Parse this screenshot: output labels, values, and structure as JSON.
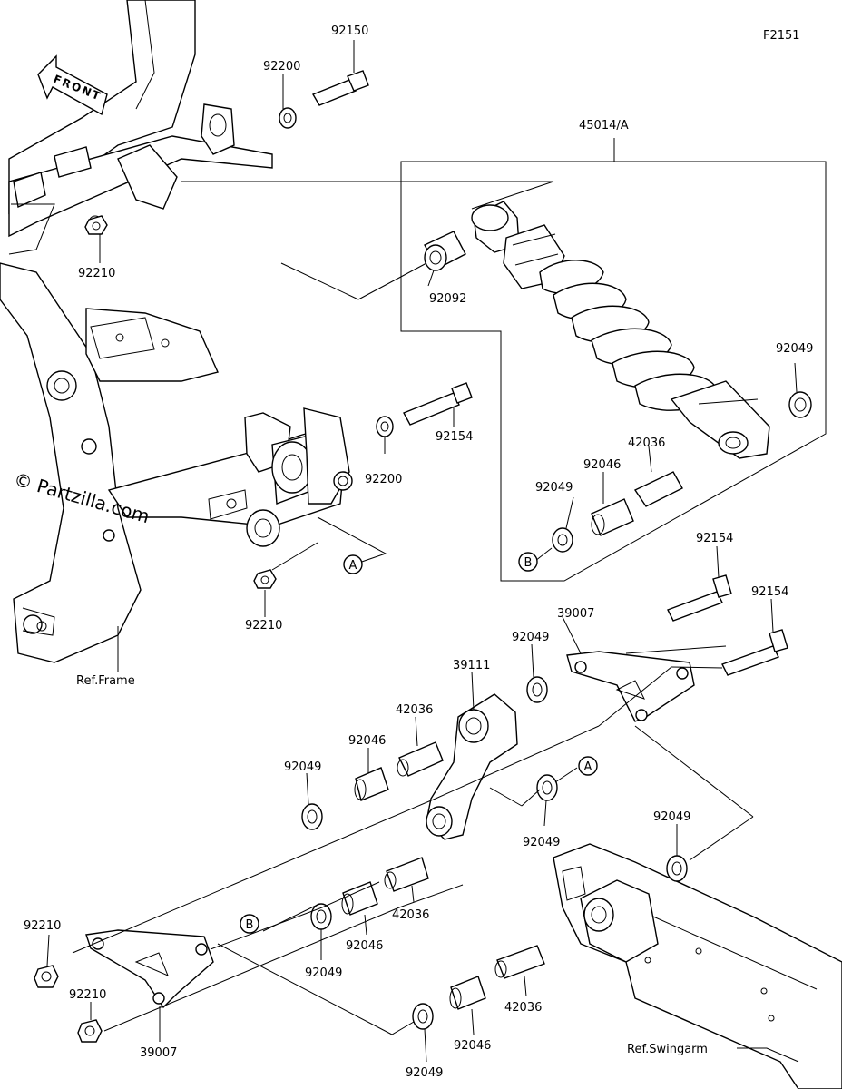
{
  "diagram_code": "F2151",
  "front_label": "FRONT",
  "watermark": "© Partzilla.com",
  "references": {
    "frame": "Ref.Frame",
    "swingarm": "Ref.Swingarm"
  },
  "callouts": {
    "a": "A",
    "b": "B"
  },
  "labels": [
    "92150",
    "92200",
    "92210",
    "92092",
    "45014/A",
    "92049",
    "42036",
    "92046",
    "92049",
    "92154",
    "92200",
    "92210",
    "92154",
    "92154",
    "39007",
    "92049",
    "39111",
    "42036",
    "92046",
    "92049",
    "92049",
    "92049",
    "92210",
    "92210",
    "92049",
    "92046",
    "42036",
    "39007",
    "92049",
    "92046",
    "42036"
  ]
}
